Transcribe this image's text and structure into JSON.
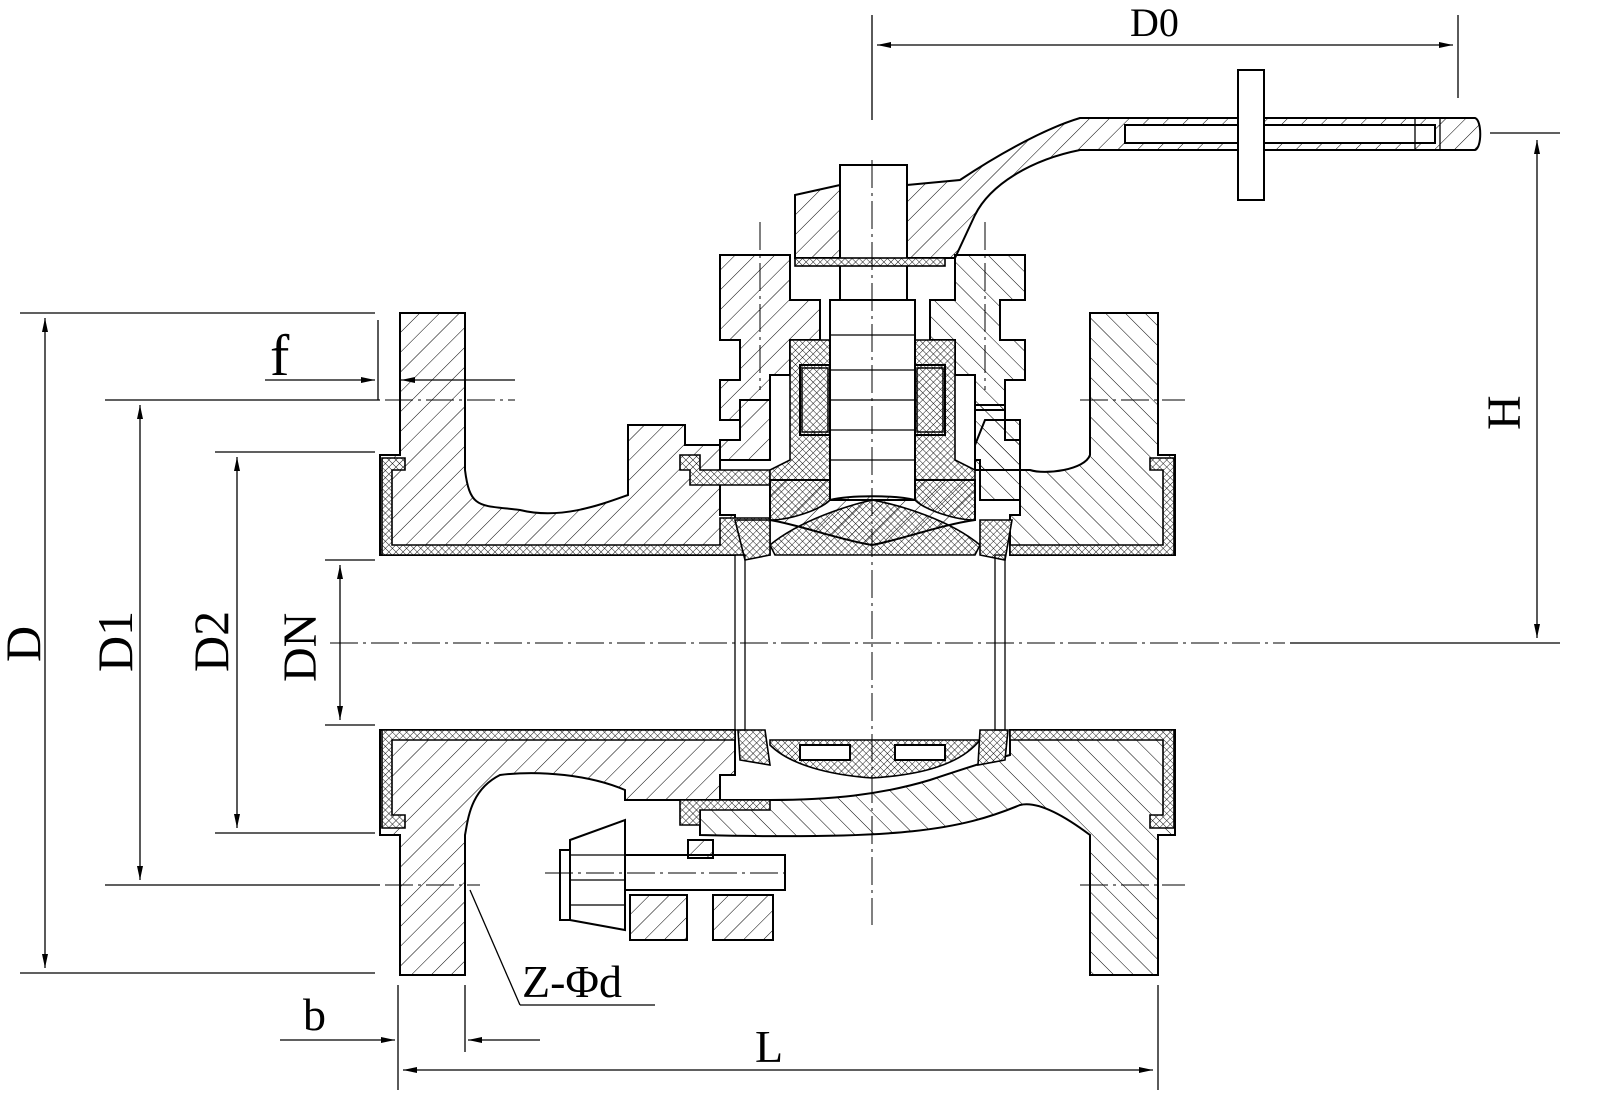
{
  "title": "Lined ball valve sectional drawing",
  "dimensions": {
    "D0": "D0",
    "H": "H",
    "f": "f",
    "D": "D",
    "D1": "D1",
    "D2": "D2",
    "DN": "DN",
    "bolt_holes": "Z-Φd",
    "b": "b",
    "L": "L"
  },
  "colors": {
    "line": "#000000",
    "background": "#ffffff"
  }
}
